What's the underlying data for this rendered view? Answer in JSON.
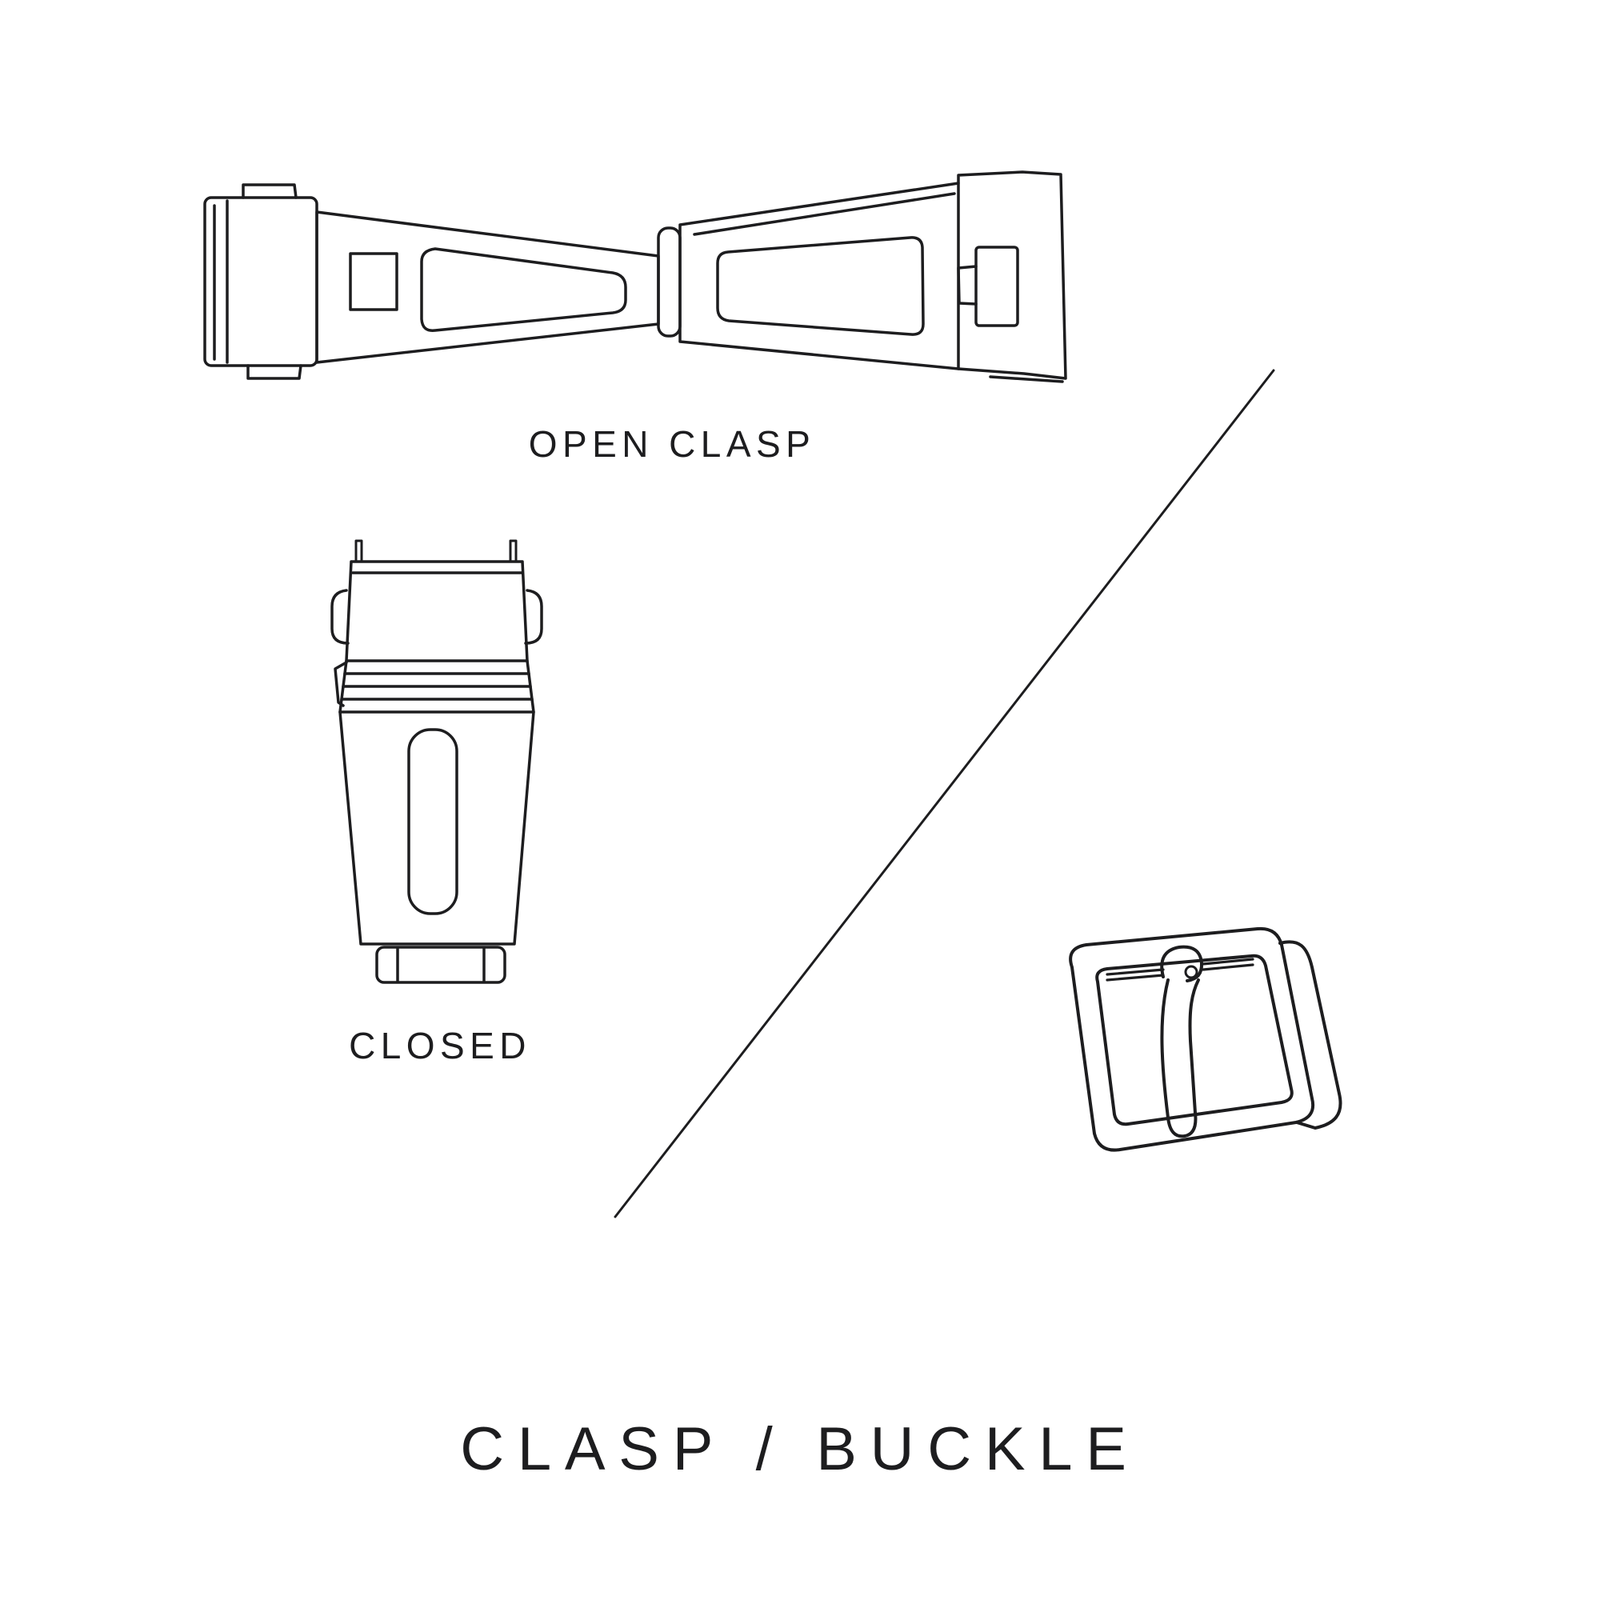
{
  "page": {
    "background_color": "#ffffff",
    "line_color": "#1d1d1f"
  },
  "figures": {
    "open_clasp": {
      "label": "OPEN CLASP"
    },
    "closed_clasp": {
      "label": "CLOSED"
    },
    "buckle": {
      "label": ""
    }
  },
  "title": "CLASP / BUCKLE"
}
